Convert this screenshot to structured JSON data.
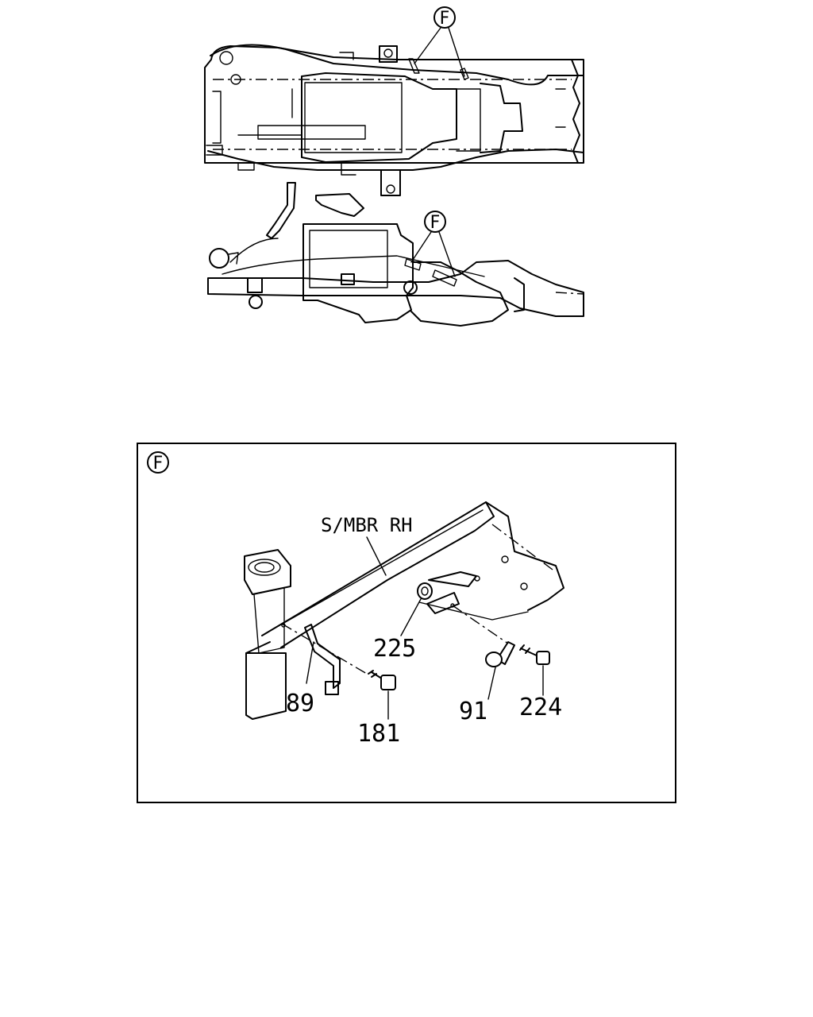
{
  "callouts": {
    "overview_top": "F",
    "overview_bottom": "F",
    "detail_frame": "F"
  },
  "detail": {
    "member_label": "S/MBR RH",
    "parts": {
      "p225": "225",
      "p89": "89",
      "p181": "181",
      "p91": "91",
      "p224": "224"
    }
  }
}
